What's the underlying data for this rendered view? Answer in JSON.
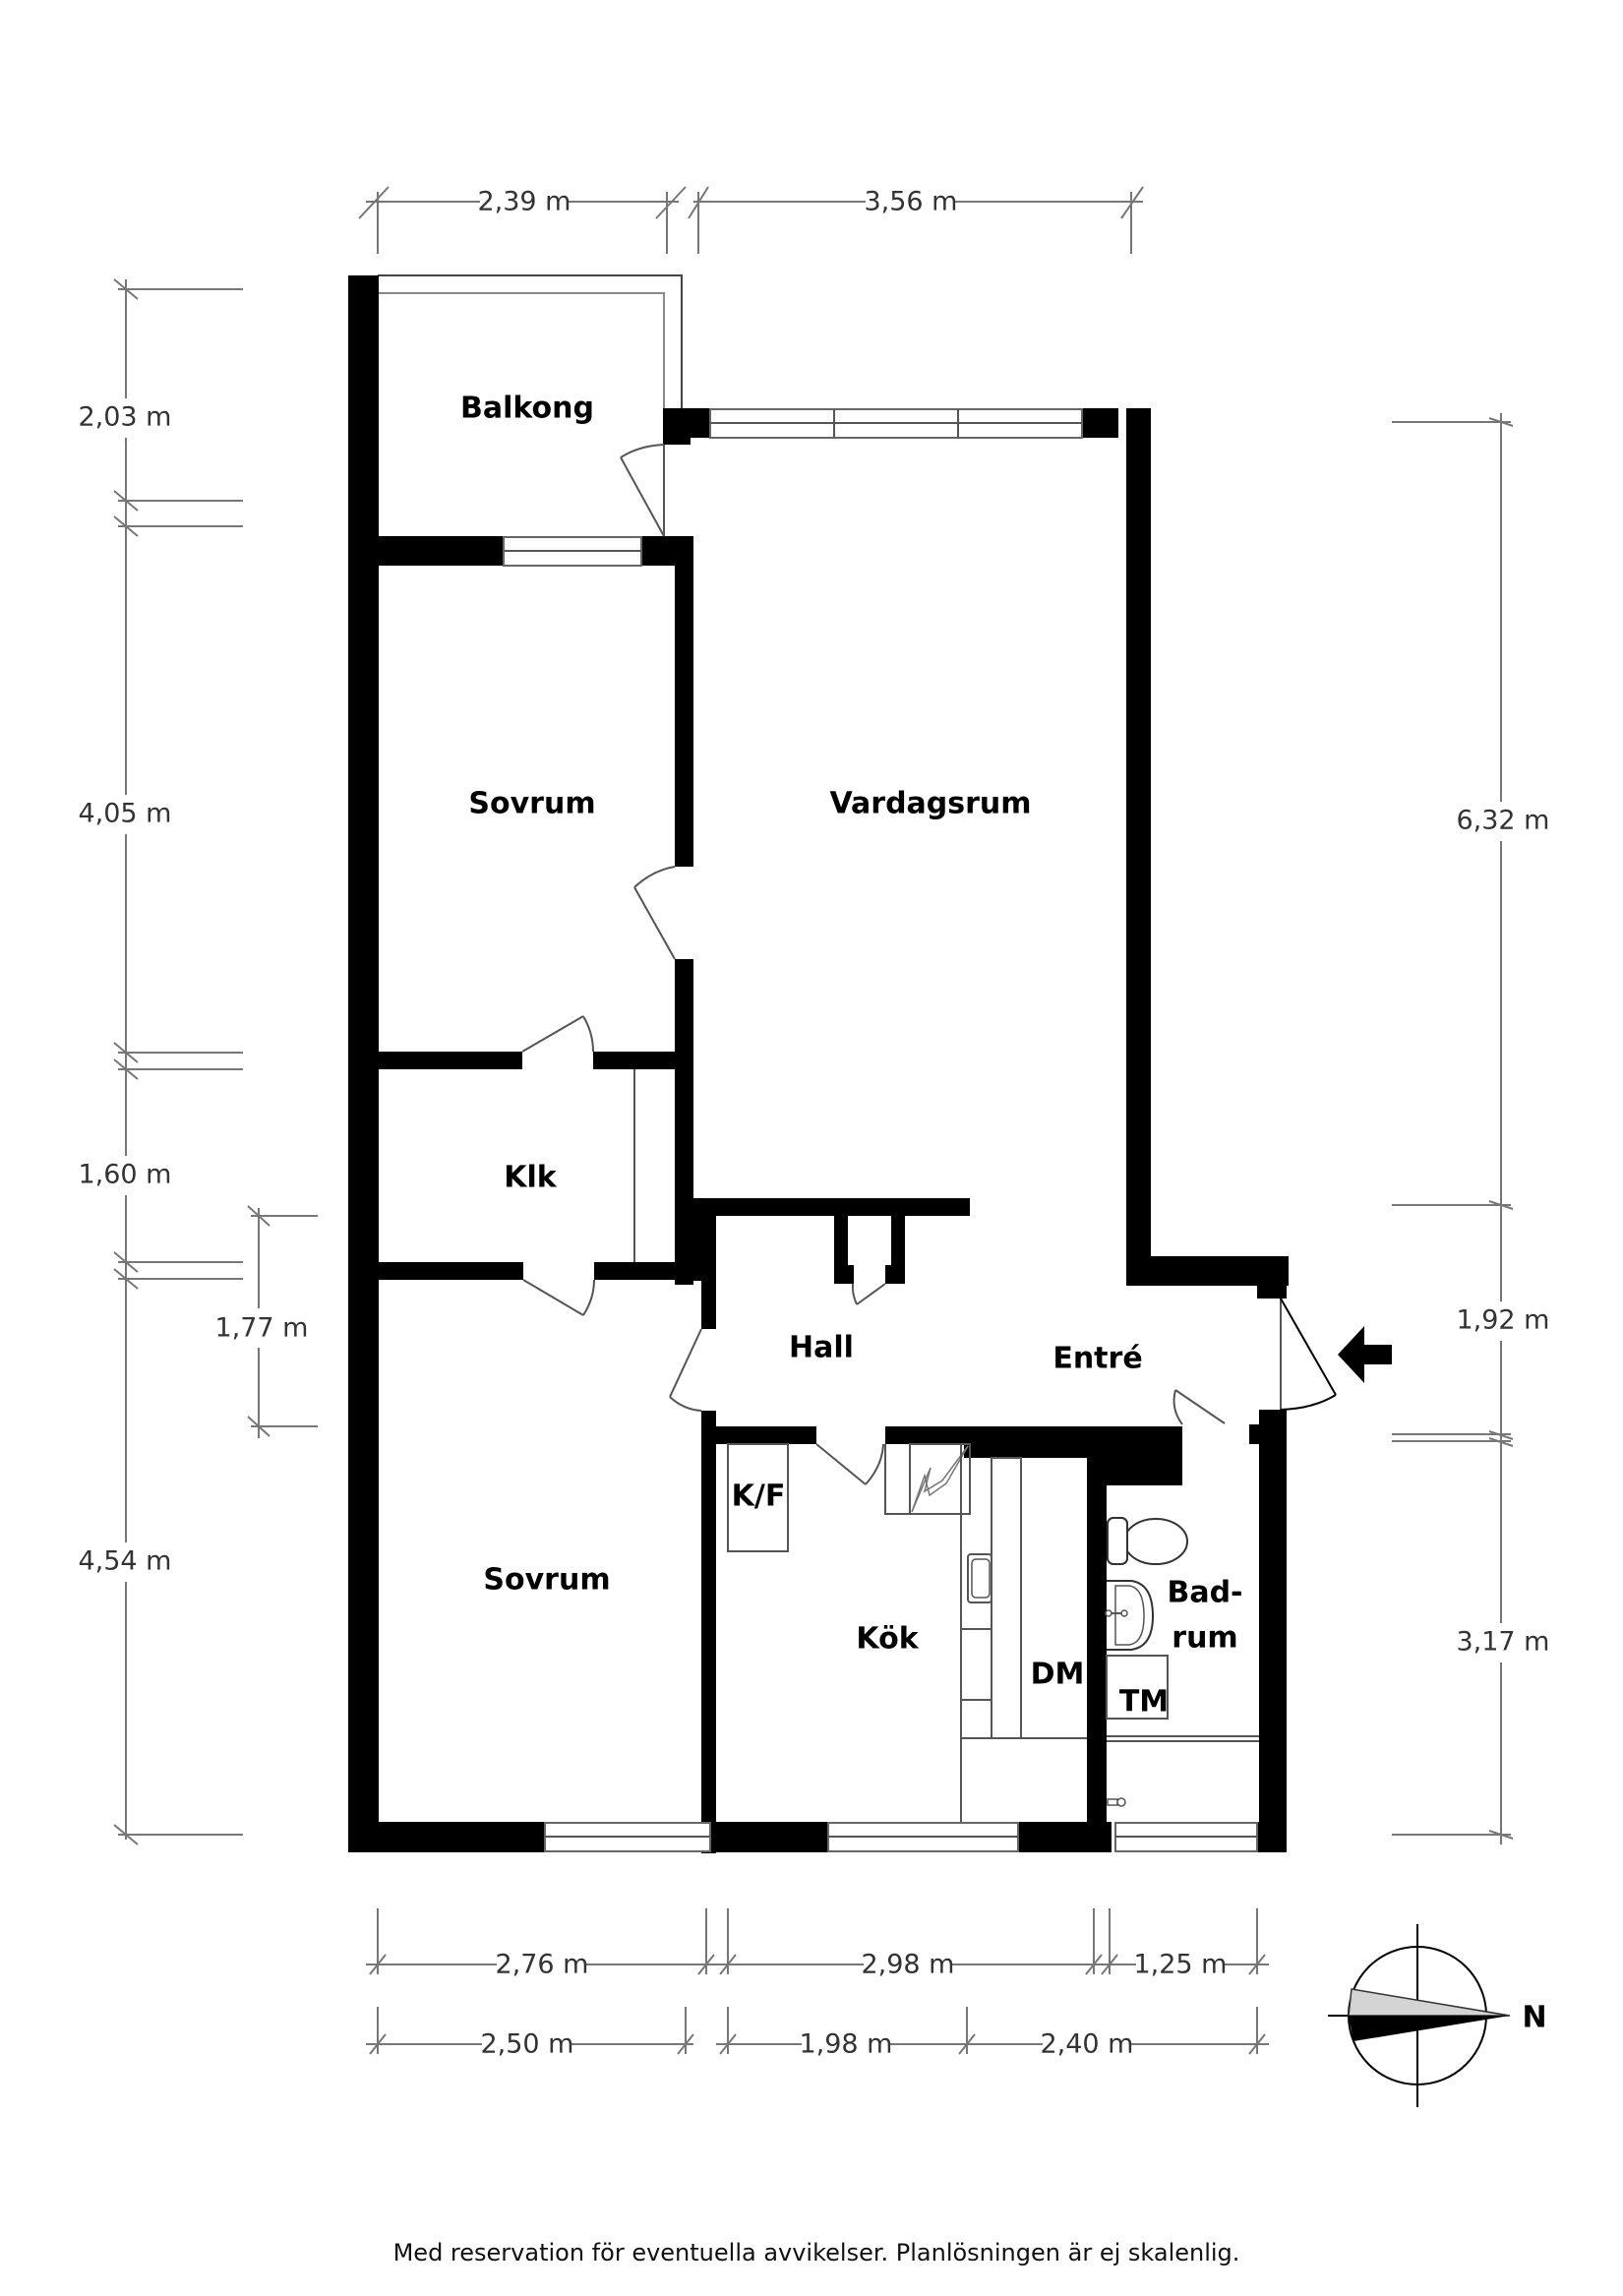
{
  "rooms": {
    "balkong": "Balkong",
    "sovrum_upper": "Sovrum",
    "vardagsrum": "Vardagsrum",
    "klk": "Klk",
    "hall": "Hall",
    "entre": "Entré",
    "sovrum_lower": "Sovrum",
    "kf": "K/F",
    "kok": "Kök",
    "dm": "DM",
    "badrum_line1": "Bad-",
    "badrum_line2": "rum",
    "tm": "TM"
  },
  "dimensions": {
    "top": [
      "2,39 m",
      "3,56 m"
    ],
    "left": [
      "2,03 m",
      "4,05 m",
      "1,60 m",
      "4,54 m"
    ],
    "left_inner": [
      "1,77 m"
    ],
    "right": [
      "6,32 m",
      "1,92 m",
      "3,17 m"
    ],
    "bottom_row1": [
      "2,76 m",
      "2,98 m",
      "1,25 m"
    ],
    "bottom_row2": [
      "2,50 m",
      "1,98 m",
      "2,40 m"
    ]
  },
  "compass": {
    "label": "N"
  },
  "footer": {
    "disclaimer": "Med reservation för eventuella avvikelser. Planlösningen är ej skalenlig."
  },
  "colors": {
    "wall": "#000000",
    "dimension": "#777777",
    "text": "#333333"
  }
}
